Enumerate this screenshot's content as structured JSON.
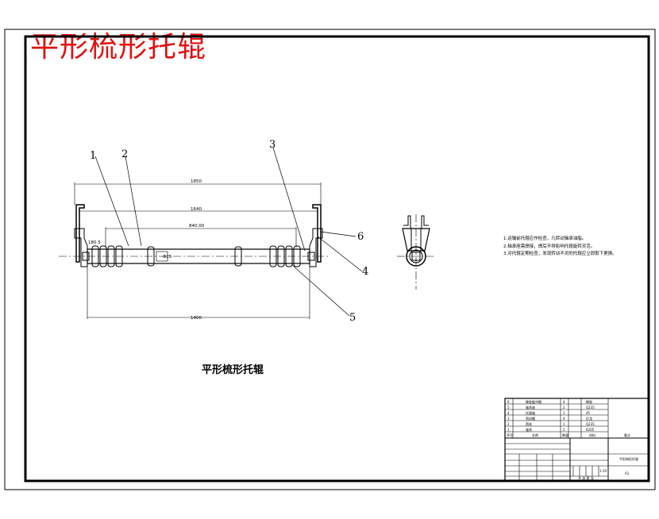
{
  "title": "平形梳形托辊",
  "caption": "平形梳形托辊",
  "notes": [
    "1.运输前托辊应作检查，凡转动轴承油脂。",
    "2.轴承座需焊接，焊后不得影响托辊旋转灵活。",
    "3.对托辊定期检查，发现转动不灵的托辊应立即取下更换。"
  ],
  "dimensions": {
    "overall": "1850",
    "frame_span": "1640",
    "tube_length": "840.00",
    "base_span": "1400",
    "shaft_dia": "Φ25",
    "end_dim": "180.5"
  },
  "balloons": [
    "1",
    "2",
    "3",
    "4",
    "5",
    "6"
  ],
  "title_block": {
    "bom_rows": [
      [
        "6",
        "橡胶缓冲圈",
        "4",
        "",
        "橡胶",
        ""
      ],
      [
        "5",
        "轴承座",
        "2",
        "",
        "Q235",
        ""
      ],
      [
        "4",
        "托辊轴",
        "1",
        "",
        "45",
        ""
      ],
      [
        "3",
        "密封圈",
        "4",
        "",
        "尼龙",
        ""
      ],
      [
        "2",
        "筒体",
        "1",
        "",
        "Q235",
        ""
      ],
      [
        "1",
        "轴承",
        "2",
        "",
        "6205",
        ""
      ]
    ],
    "bom_header": [
      "序号",
      "名称",
      "数量",
      "",
      "材料",
      "备注"
    ],
    "company": "平形梳形托辊",
    "drawing_no": "A1",
    "ratio": "1:10",
    "sheet": "共 张 第 张"
  },
  "colors": {
    "title": "#e01010",
    "line": "#000000"
  }
}
